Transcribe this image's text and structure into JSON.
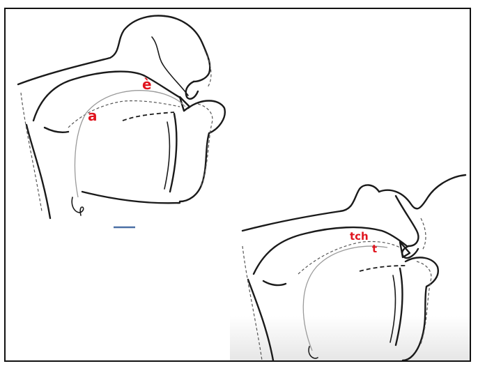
{
  "figures": [
    {
      "id": "left",
      "labels": [
        {
          "key": "e_grave",
          "text": "è"
        },
        {
          "key": "a",
          "text": "a"
        }
      ]
    },
    {
      "id": "right",
      "labels": [
        {
          "key": "tch",
          "text": "tch"
        },
        {
          "key": "t",
          "text": "t"
        }
      ]
    }
  ],
  "colors": {
    "label": "#e0141e",
    "outline": "#1a1a1a",
    "marker": "#4a6fa5"
  }
}
